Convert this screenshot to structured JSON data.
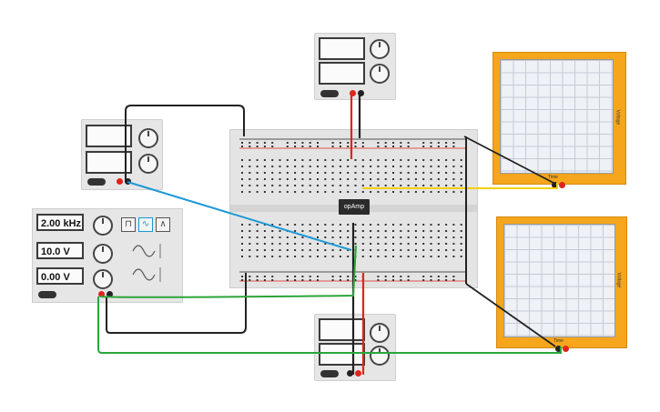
{
  "function_generator": {
    "frequency": "2.00 kHz",
    "amplitude": "10.0 V",
    "offset": "0.00 V",
    "waveforms": [
      "square-wave-icon",
      "sine-wave-icon",
      "triangle-wave-icon"
    ],
    "selected_waveform": "sine-wave-icon"
  },
  "chip": {
    "label": "opAmp"
  },
  "oscilloscopes": [
    {
      "x_label": "Time",
      "y_label": "Voltage"
    },
    {
      "x_label": "Time",
      "y_label": "Voltage"
    }
  ],
  "colors": {
    "wire_red": "#e0241b",
    "wire_black": "#222222",
    "wire_blue": "#1d98d6",
    "wire_green": "#2ca53a",
    "wire_yellow": "#f3d000",
    "scope_frame": "#f5a61c"
  }
}
